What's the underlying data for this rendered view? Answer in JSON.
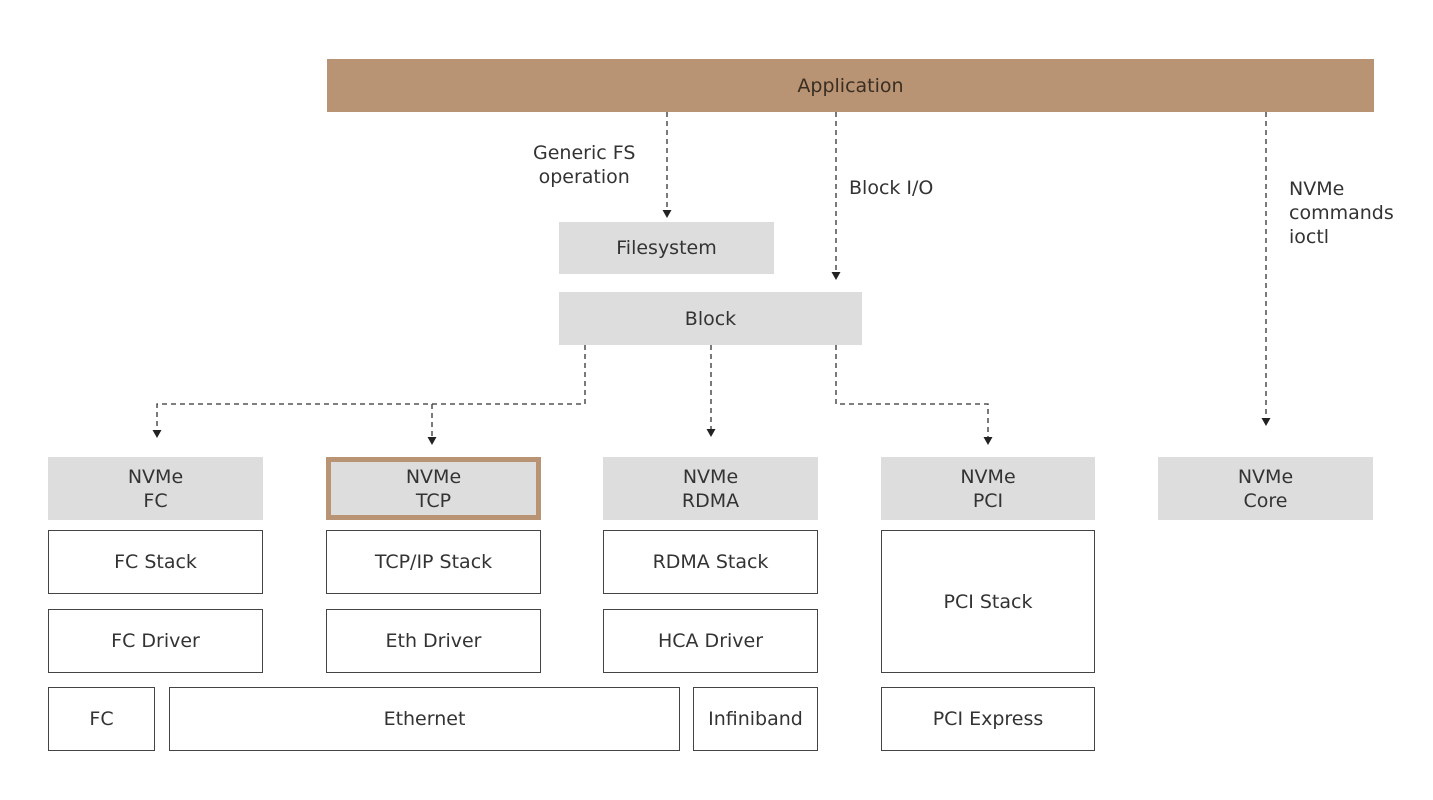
{
  "application": {
    "label": "Application"
  },
  "edge_labels": {
    "generic_fs": "Generic FS\noperation",
    "block_io": "Block I/O",
    "nvme_commands": "NVMe\ncommands\nioctl"
  },
  "layers": {
    "filesystem": "Filesystem",
    "block": "Block"
  },
  "transports": {
    "nvme_fc": "NVMe\nFC",
    "nvme_tcp": "NVMe\nTCP",
    "nvme_rdma": "NVMe\nRDMA",
    "nvme_pci": "NVMe\nPCI",
    "nvme_core": "NVMe\nCore"
  },
  "stacks": {
    "fc_stack": "FC Stack",
    "tcpip_stack": "TCP/IP Stack",
    "rdma_stack": "RDMA Stack",
    "pci_stack": "PCI Stack"
  },
  "drivers": {
    "fc_driver": "FC Driver",
    "eth_driver": "Eth Driver",
    "hca_driver": "HCA Driver"
  },
  "fabrics": {
    "fc": "FC",
    "ethernet": "Ethernet",
    "infiniband": "Infiniband",
    "pci_express": "PCI Express"
  },
  "colors": {
    "application_fill": "#b89474",
    "highlight_border": "#b89474",
    "layer_fill": "#dddddd",
    "outline": "#444444"
  }
}
